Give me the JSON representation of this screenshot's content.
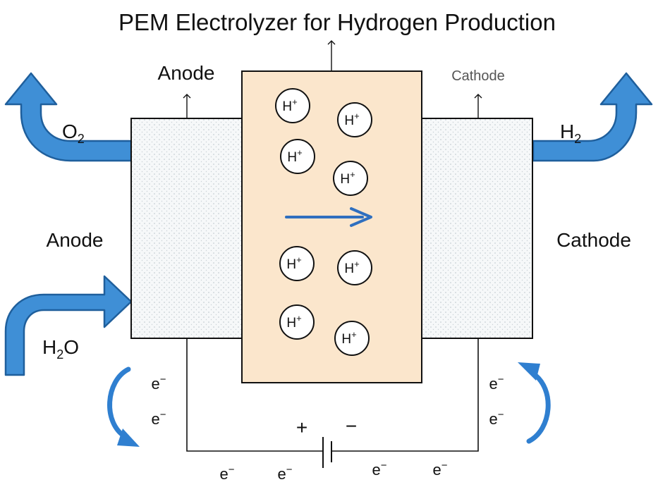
{
  "title": "PEM Electrolyzer for Hydrogen Production",
  "labels": {
    "anode_top": "Anode",
    "cathode_top": "Cathode",
    "anode_side": "Anode",
    "cathode_side": "Cathode"
  },
  "gases": {
    "o2": {
      "main": "O",
      "sub": "2"
    },
    "h2": {
      "main": "H",
      "sub": "2"
    },
    "h2o": {
      "main": "H",
      "sub": "2",
      "rest": "O"
    }
  },
  "proton": {
    "main": "H",
    "sup": "+"
  },
  "proton_count": 8,
  "electron": {
    "main": "e",
    "sup": "−"
  },
  "battery": {
    "plus": "+",
    "minus": "−"
  },
  "colors": {
    "flow_arrow_fill": "#3f8fd6",
    "flow_arrow_edge": "#1f5f9c",
    "membrane_fill": "#fbe6cc",
    "electrode_fill": "#f6f8f9",
    "electrode_dots": "#b9c3c9",
    "proton_arrow": "#2f6fbf",
    "line": "#111111"
  },
  "icons": [
    "o2-outflow-arrow-icon",
    "h2-outflow-arrow-icon",
    "h2o-inflow-arrow-icon",
    "proton-flow-arrow-icon",
    "electron-cycle-left-icon",
    "electron-cycle-right-icon",
    "battery-icon"
  ]
}
